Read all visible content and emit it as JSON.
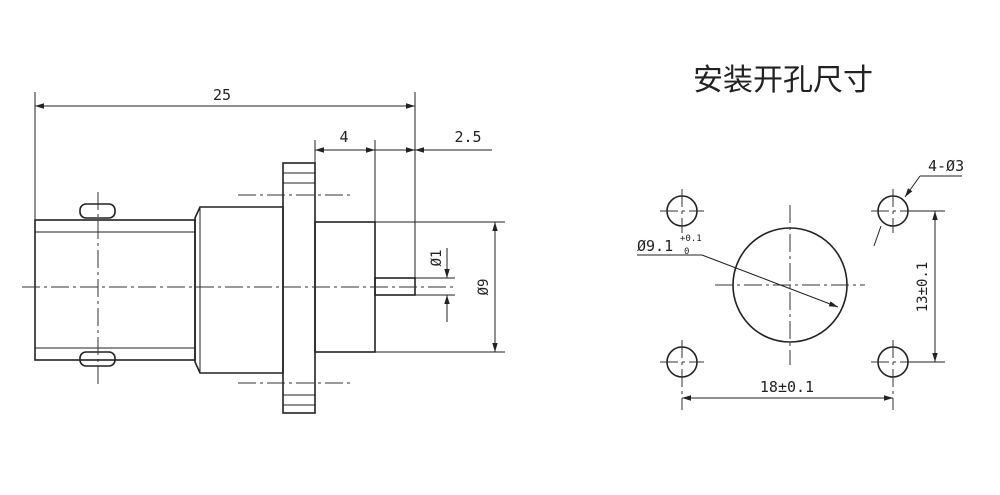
{
  "side_view": {
    "dim_total_length": "25",
    "dim_flange_to_face": "4",
    "dim_pin_length": "2.5",
    "dim_pin_diameter": "Ø1",
    "dim_body_diameter": "Ø9"
  },
  "panel_cutout": {
    "title": "安装开孔尺寸",
    "holes_label": "4-Ø3",
    "center_hole_label": "Ø9.1",
    "center_hole_tol_upper": "+0.1",
    "center_hole_tol_lower": "0",
    "horizontal_spacing": "18±0.1",
    "vertical_spacing": "13±0.1"
  }
}
